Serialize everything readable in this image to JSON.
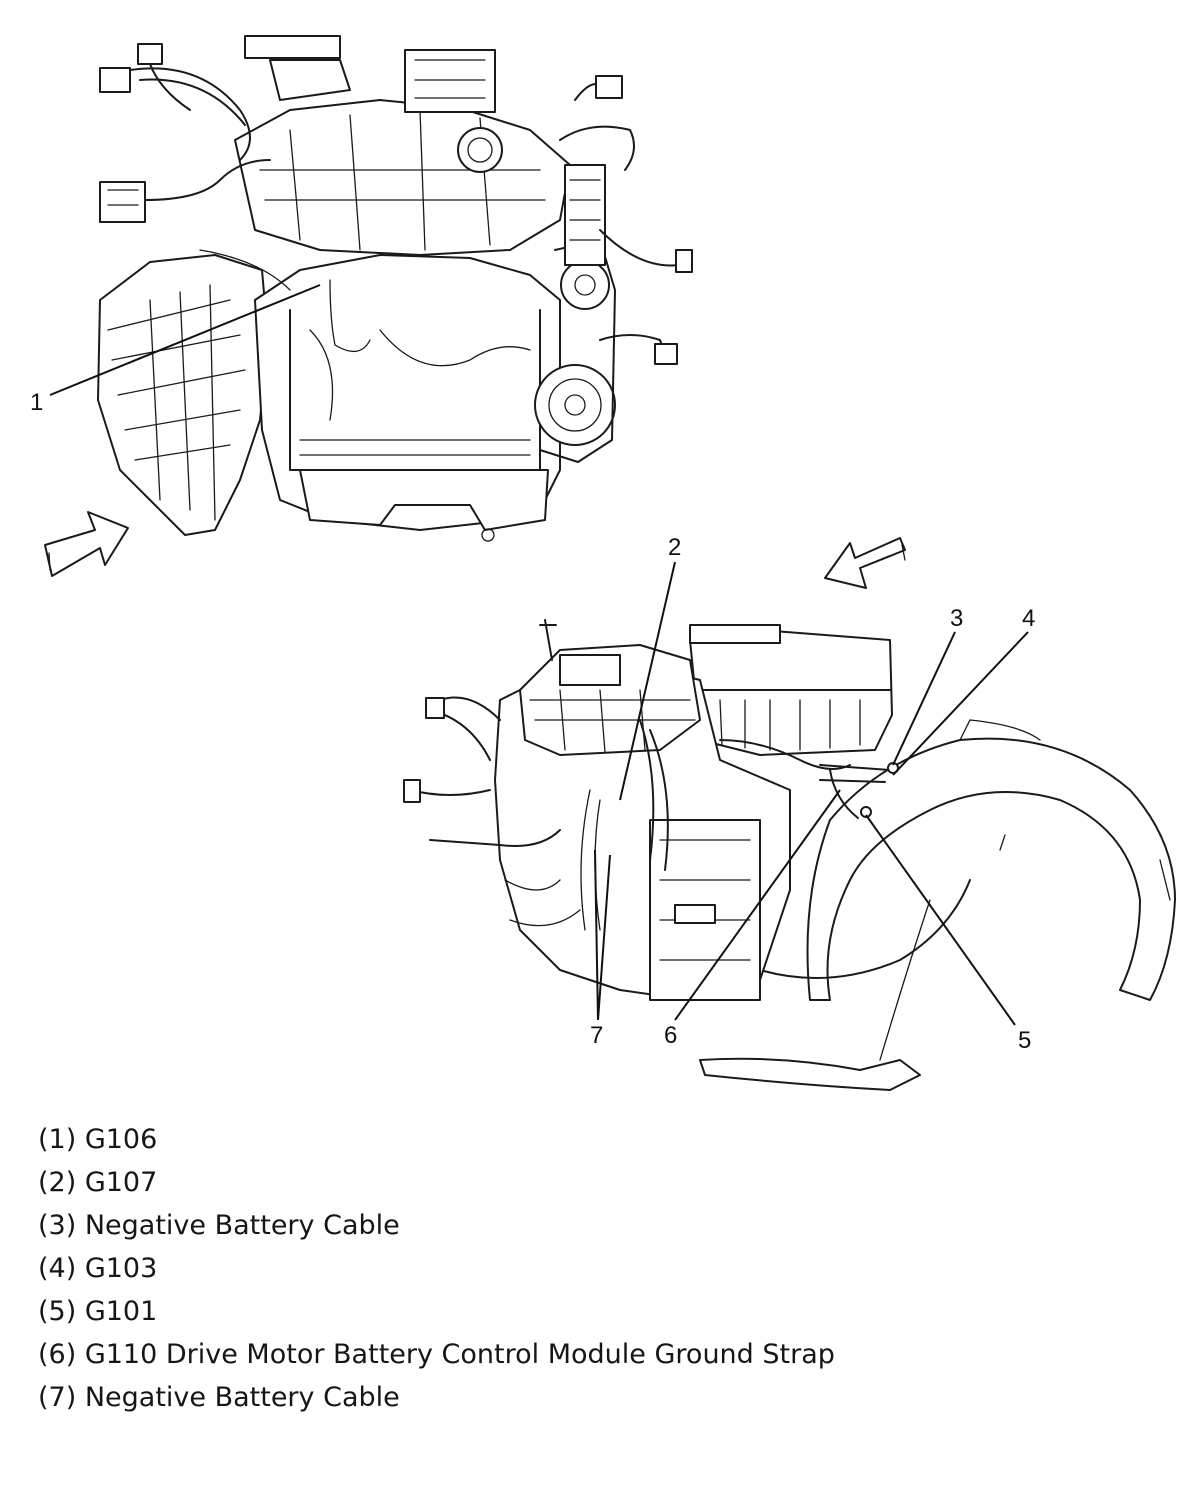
{
  "callouts": [
    "1",
    "2",
    "3",
    "4",
    "5",
    "6",
    "7"
  ],
  "legend": [
    "(1) G106",
    "(2) G107",
    "(3) Negative Battery Cable",
    "(4) G103",
    "(5) G101",
    "(6) G110 Drive Motor Battery Control Module Ground Strap",
    "(7) Negative Battery Cable"
  ],
  "icons": [
    "view-direction-arrow",
    "view-direction-arrow"
  ]
}
